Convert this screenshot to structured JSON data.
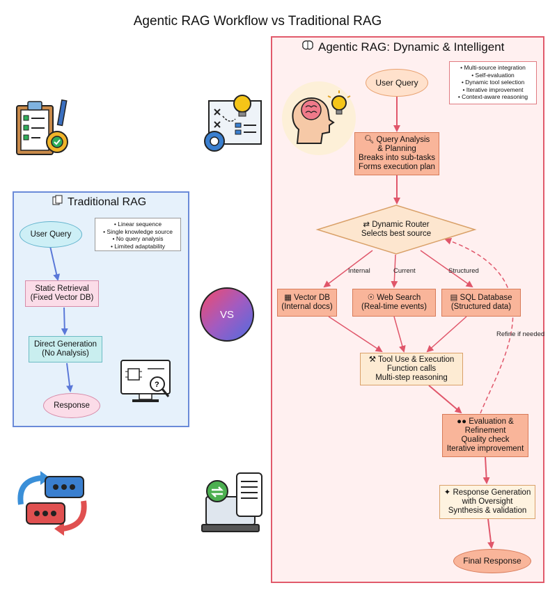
{
  "title": "Agentic RAG Workflow vs Traditional RAG",
  "vs_label": "VS",
  "traditional": {
    "title": "Traditional RAG",
    "nodes": {
      "query": "User Query",
      "retrieval_l1": "Static Retrieval",
      "retrieval_l2": "(Fixed Vector DB)",
      "generation_l1": "Direct Generation",
      "generation_l2": "(No Analysis)",
      "response": "Response"
    },
    "notes": [
      "• Linear sequence",
      "• Single knowledge source",
      "• No query analysis",
      "• Limited adaptability"
    ]
  },
  "agentic": {
    "title": "Agentic RAG: Dynamic & Intelligent",
    "notes": [
      "• Multi-source integration",
      "• Self-evaluation",
      "• Dynamic tool selection",
      "• Iterative improvement",
      "• Context-aware reasoning"
    ],
    "nodes": {
      "query": "User Query",
      "analysis": [
        "Query Analysis",
        "& Planning",
        "Breaks into sub-tasks",
        "Forms execution plan"
      ],
      "router": [
        "Dynamic Router",
        "Selects best source"
      ],
      "vector": [
        "Vector DB",
        "(Internal docs)"
      ],
      "web": [
        "Web Search",
        "(Real-time events)"
      ],
      "sql": [
        "SQL Database",
        "(Structured data)"
      ],
      "tool": [
        "Tool Use & Execution",
        "Function calls",
        "Multi-step reasoning"
      ],
      "eval": [
        "Evaluation &",
        "Refinement",
        "Quality check",
        "Iterative improvement"
      ],
      "gen": [
        "Response Generation",
        "with Oversight",
        "Synthesis & validation"
      ],
      "final": "Final Response"
    },
    "edge_labels": {
      "internal": "Internal",
      "current": "Current",
      "structured": "Structured",
      "refine": "Refine if needed"
    }
  },
  "colors": {
    "trad_border": "#6a8ad8",
    "trad_bg": "#e6f1fb",
    "trad_arrow": "#5a78d8",
    "agent_border": "#e15a6b",
    "agent_bg": "#fff0f0",
    "agent_arrow": "#e0566a"
  },
  "icons": [
    "checklist-gear-icon",
    "strategy-plan-icon",
    "chat-exchange-icon",
    "laptop-phone-sync-icon",
    "ai-monitor-search-icon",
    "brain-idea-icon",
    "brain-small-icon",
    "documents-icon",
    "router-icon",
    "database-icon",
    "globe-icon",
    "sql-db-icon",
    "tools-icon",
    "team-icon",
    "sparkle-icon"
  ]
}
